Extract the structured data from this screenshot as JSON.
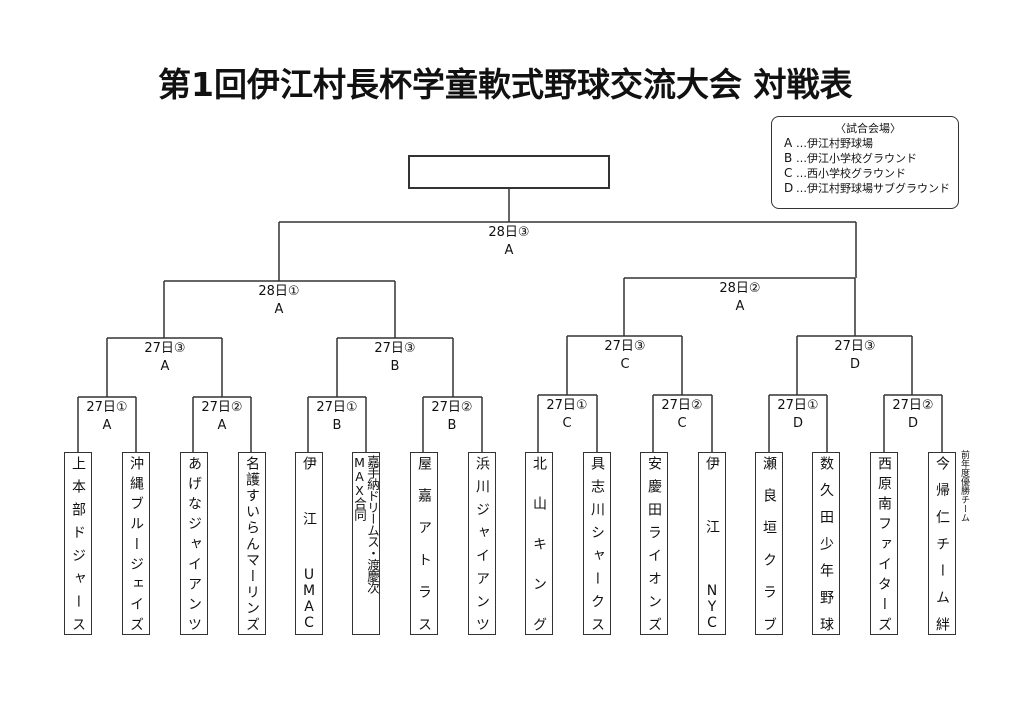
{
  "title": "第1回伊江村長杯学童軟式野球交流大会 対戦表",
  "legend": {
    "heading": "〈試合会場〉",
    "venues": [
      {
        "key": "A",
        "name": "…伊江村野球場"
      },
      {
        "key": "B",
        "name": "…伊江小学校グラウンド"
      },
      {
        "key": "C",
        "name": "…西小学校グラウンド"
      },
      {
        "key": "D",
        "name": "…伊江村野球場サブグラウンド"
      }
    ]
  },
  "champion_box": "",
  "matches": {
    "final": {
      "slot": "28日③",
      "venue": "A"
    },
    "semi_left": {
      "slot": "28日①",
      "venue": "A"
    },
    "semi_right": {
      "slot": "28日②",
      "venue": "A"
    },
    "qf1": {
      "slot": "27日③",
      "venue": "A"
    },
    "qf2": {
      "slot": "27日③",
      "venue": "B"
    },
    "qf3": {
      "slot": "27日③",
      "venue": "C"
    },
    "qf4": {
      "slot": "27日③",
      "venue": "D"
    },
    "r1_1": {
      "slot": "27日①",
      "venue": "A"
    },
    "r1_2": {
      "slot": "27日②",
      "venue": "A"
    },
    "r1_3": {
      "slot": "27日①",
      "venue": "B"
    },
    "r1_4": {
      "slot": "27日②",
      "venue": "B"
    },
    "r1_5": {
      "slot": "27日①",
      "venue": "C"
    },
    "r1_6": {
      "slot": "27日②",
      "venue": "C"
    },
    "r1_7": {
      "slot": "27日①",
      "venue": "D"
    },
    "r1_8": {
      "slot": "27日②",
      "venue": "D"
    }
  },
  "teams": [
    "上本部ドジャース",
    "沖縄ブルージェイズ",
    "あげなジャイアンツ",
    "名護すいらんマーリンズ",
    "伊江UMAC",
    "嘉手納ドリームス・渡慶次MAX合同",
    "屋嘉アトラス",
    "浜川ジャイアンツ",
    "北山キング",
    "具志川シャークス",
    "安慶田ライオンズ",
    "伊江NYC",
    "瀬良垣クラブ",
    "数久田少年野球",
    "西原南ファイターズ",
    "今帰仁チーム絆"
  ],
  "dual_team_parts": [
    "嘉手納ドリームス・",
    "渡慶次MAX合同"
  ],
  "defending_champion_note": "前年度優勝チーム",
  "colors": {
    "line": "#333333",
    "text": "#111111",
    "background": "#ffffff"
  }
}
